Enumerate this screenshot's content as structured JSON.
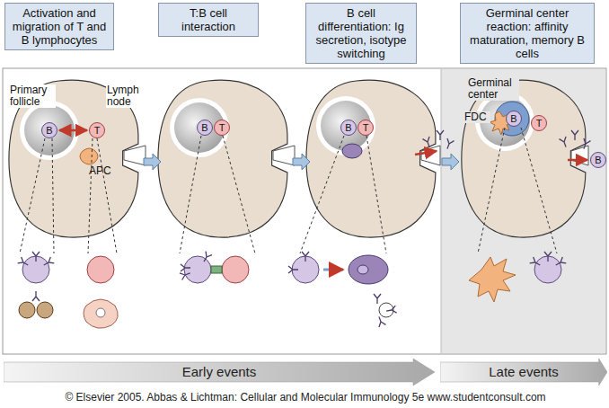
{
  "diagram": {
    "nodes": [
      {
        "text": [
          "Activation and migration of T and B lymphocytes"
        ]
      },
      {
        "text": [
          "T:B cell interaction"
        ]
      },
      {
        "text": [
          "B cell differentiation: Ig secretion, isotype switching"
        ]
      },
      {
        "text": [
          "Germinal center reaction: affinity maturation, memory B cells"
        ]
      },
      {
        "text": [
          "B"
        ]
      },
      {
        "text": [
          "T"
        ]
      },
      {
        "text": [
          "B"
        ]
      },
      {
        "text": [
          "T"
        ]
      },
      {
        "text": [
          "B"
        ]
      },
      {
        "text": [
          "T"
        ]
      },
      {
        "text": [
          "B"
        ]
      },
      {
        "text": [
          "T"
        ]
      },
      {
        "text": [
          "B"
        ]
      },
      {
        "text": [
          "Early events"
        ]
      },
      {
        "text": [
          "Late events"
        ]
      }
    ],
    "edges": [
      {
        "from": 4,
        "to": 5,
        "arrow": "both"
      }
    ],
    "labels": [
      "Primary follicle",
      "Lymph node",
      "APC",
      "Germinal center",
      "FDC",
      "© Elsevier 2005. Abbas & Lichtman: Cellular and Molecular Immunology 5e www.studentconsult.com"
    ]
  }
}
